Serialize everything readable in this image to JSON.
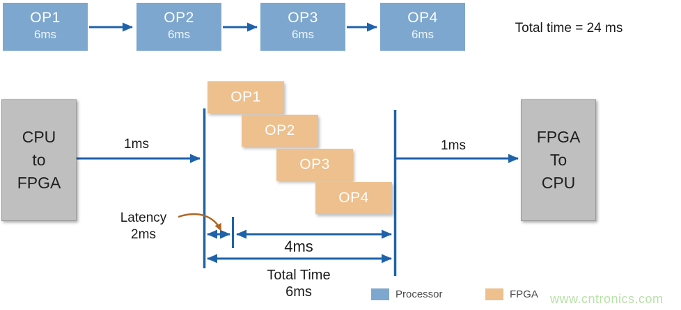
{
  "sequential": {
    "ops": [
      {
        "name": "OP1",
        "time": "6ms"
      },
      {
        "name": "OP2",
        "time": "6ms"
      },
      {
        "name": "OP3",
        "time": "6ms"
      },
      {
        "name": "OP4",
        "time": "6ms"
      }
    ],
    "total_label": "Total time = 24 ms"
  },
  "pipelined": {
    "cpu_to_fpga": "CPU\nto\nFPGA",
    "fpga_to_cpu": "FPGA\nTo\nCPU",
    "transfer_in": "1ms",
    "transfer_out": "1ms",
    "ops": [
      "OP1",
      "OP2",
      "OP3",
      "OP4"
    ],
    "latency": {
      "label": "Latency",
      "value": "2ms"
    },
    "processing_span": "4ms",
    "total": {
      "label": "Total Time",
      "value": "6ms"
    }
  },
  "legend": [
    {
      "label": "Processor",
      "color": "#7da7ce"
    },
    {
      "label": "FPGA",
      "color": "#edc08e"
    }
  ],
  "watermark": "www.cntronics.com",
  "colors": {
    "processor_blue": "#7da7ce",
    "fpga_orange": "#edc08e",
    "arrow_blue": "#1e62a9",
    "latency_arrow_brown": "#af6522",
    "transfer_box_gray": "#bfbfbf",
    "watermark_green": "#b7e1a8"
  }
}
